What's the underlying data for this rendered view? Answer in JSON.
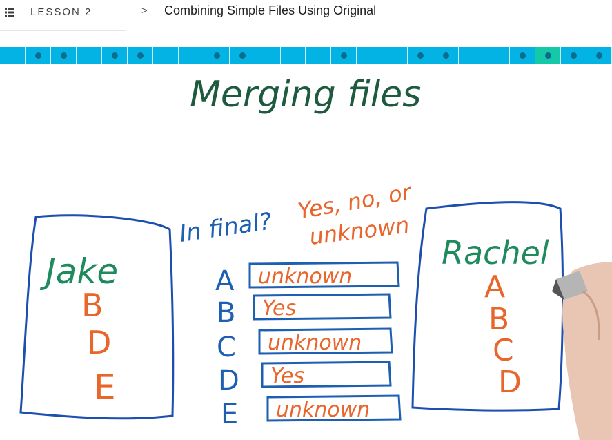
{
  "header": {
    "lesson_label": "LESSON 2",
    "separator": ">",
    "title": "Combining Simple Files Using Original"
  },
  "progress": {
    "segments": 24,
    "active_index": 21,
    "accent": "#02b3e4",
    "active_color": "#15c8a8"
  },
  "board": {
    "title": "Merging files",
    "question_prefix": "In final?",
    "question_options_1": "Yes, no, or",
    "question_options_2": "unknown",
    "jake": {
      "name": "Jake",
      "files": [
        "B",
        "D",
        "E"
      ]
    },
    "rachel": {
      "name": "Rachel",
      "files": [
        "A",
        "B",
        "C",
        "D"
      ]
    },
    "rows": [
      {
        "letter": "A",
        "answer": "unknown"
      },
      {
        "letter": "B",
        "answer": "Yes"
      },
      {
        "letter": "C",
        "answer": "unknown"
      },
      {
        "letter": "D",
        "answer": "Yes"
      },
      {
        "letter": "E",
        "answer": "unknown"
      }
    ],
    "colors": {
      "green": "#1e8a5e",
      "title_green": "#1d5a3e",
      "blue": "#1d5fb0",
      "orange": "#e8662b"
    }
  }
}
